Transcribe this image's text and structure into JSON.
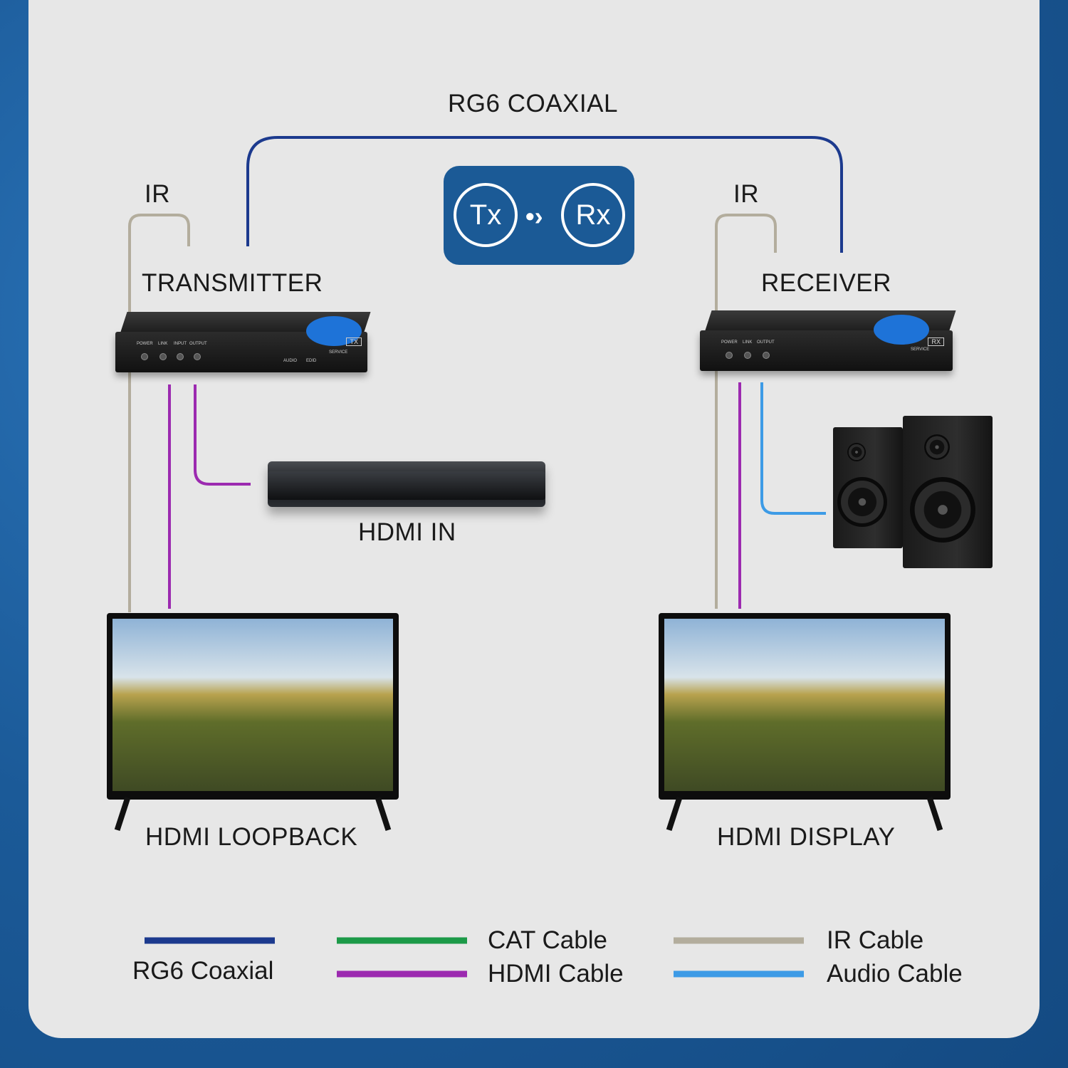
{
  "labels": {
    "rg6_top": "RG6 COAXIAL",
    "ir_left": "IR",
    "ir_right": "IR",
    "transmitter": "TRANSMITTER",
    "receiver": "RECEIVER",
    "hdmi_in": "HDMI IN",
    "hdmi_loopback": "HDMI LOOPBACK",
    "hdmi_display": "HDMI DISPLAY"
  },
  "badge": {
    "tx": "Tx",
    "rx": "Rx"
  },
  "devices": {
    "tx_tag": "TX",
    "rx_tag": "RX",
    "tx_ports": [
      "POWER",
      "LINK",
      "INPUT",
      "OUTPUT"
    ],
    "rx_ports": [
      "POWER",
      "LINK",
      "OUTPUT"
    ],
    "tx_service": "SERVICE",
    "rx_service": "SERVICE",
    "tx_audio": "AUDIO",
    "tx_edid": "EDID"
  },
  "legend": {
    "rg6": "RG6 Coaxial",
    "cat": "CAT Cable",
    "hdmi": "HDMI Cable",
    "ir": "IR Cable",
    "audio": "Audio Cable"
  },
  "colors": {
    "rg6": "#1c3a8e",
    "cat": "#1c9a48",
    "hdmi": "#9c2ab0",
    "ir": "#b3ad9d",
    "audio": "#3d9be6",
    "badge": "#1b5a96",
    "panel": "#e7e7e7"
  }
}
